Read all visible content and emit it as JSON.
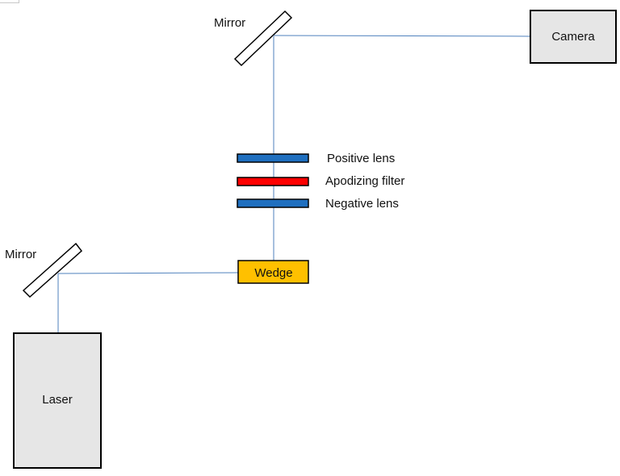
{
  "labels": {
    "mirror_top": "Mirror",
    "camera": "Camera",
    "positive_lens": "Positive lens",
    "apodizing_filter": "Apodizing filter",
    "negative_lens": "Negative lens",
    "mirror_bottom": "Mirror",
    "wedge": "Wedge",
    "laser": "Laser"
  },
  "colors": {
    "beam": "#4f81bd",
    "lens": "#1f6fbf",
    "filter": "#ff0000",
    "wedge": "#ffc000",
    "box_fill": "#e6e6e6",
    "outline": "#000000"
  }
}
